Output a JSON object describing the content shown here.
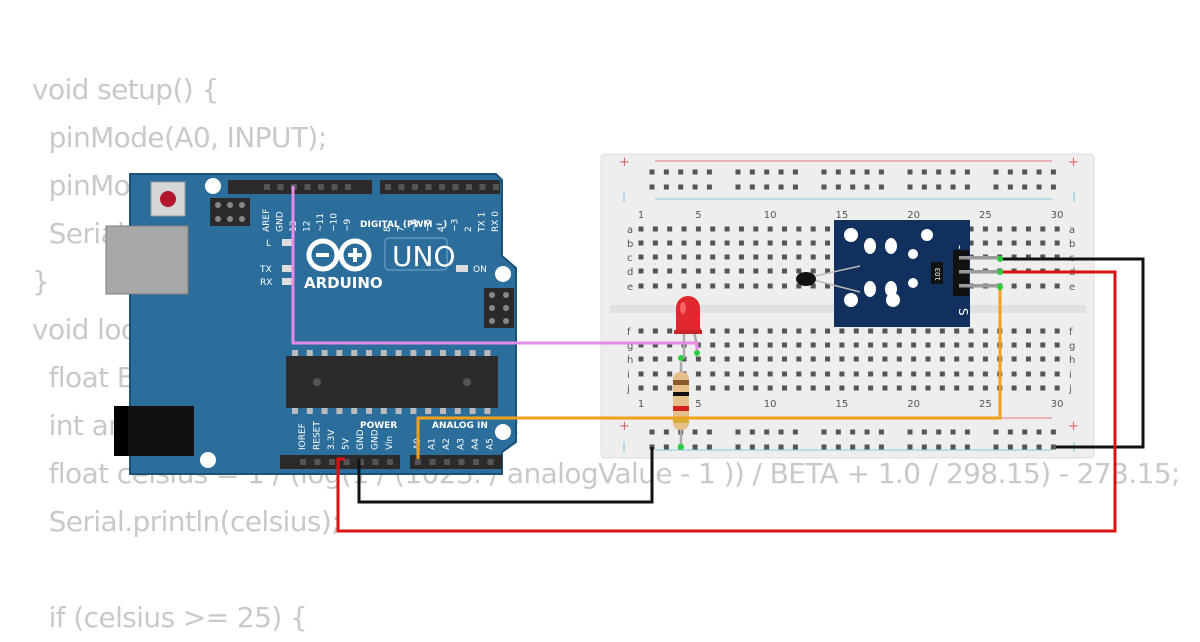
{
  "code": {
    "lines": [
      "void setup() {",
      "  pinMode(A0, INPUT);",
      "  pinMode(13, OUTPUT);",
      "  Serial.begin(9600); // bits/s",
      "}",
      "void loop() {",
      "  float BETA = 3950;",
      "  int analogValue = analogRead(A0);",
      "  float celsius = 1 / (log(1 / (1023. / analogValue - 1 )) / BETA + 1.0 / 298.15) - 273.15;",
      "  Serial.println(celsius);",
      "",
      "  if (celsius >= 25) {"
    ]
  },
  "arduino": {
    "model": "UNO",
    "brand": "ARDUINO",
    "digital_label": "DIGITAL (PWM ~)",
    "on_label": "ON",
    "l_label": "L",
    "tx_label": "TX",
    "rx_label": "RX",
    "power_label": "POWER",
    "analog_label": "ANALOG IN",
    "top_pins": [
      "AREF",
      "GND",
      "13",
      "12",
      "~11",
      "~10",
      "~9",
      "8",
      "7",
      "~6",
      "~5",
      "4",
      "~3",
      "2",
      "TX 1",
      "RX 0"
    ],
    "power_pins": [
      "IOREF",
      "RESET",
      "3.3V",
      "5V",
      "GND",
      "GND",
      "Vin"
    ],
    "analog_pins": [
      "A0",
      "A1",
      "A2",
      "A3",
      "A4",
      "A5"
    ],
    "colors": {
      "board": "#2c6e9b",
      "outline": "#1d5277"
    }
  },
  "breadboard": {
    "column_numbers": [
      "1",
      "5",
      "10",
      "15",
      "20",
      "25",
      "30"
    ],
    "rows_top": [
      "a",
      "b",
      "c",
      "d",
      "e"
    ],
    "rows_bottom": [
      "f",
      "g",
      "h",
      "i",
      "j"
    ],
    "rail_plus": "+",
    "colors": {
      "body": "#eeeeee",
      "hole": "#555555"
    }
  },
  "sensor_module": {
    "label": "S",
    "minus_label": "-",
    "resistor_code": "103"
  },
  "wires": {
    "colors": {
      "pin13": "#e58be8",
      "gnd": "#111111",
      "vcc": "#dd1111",
      "signal": "#f0a11c"
    }
  },
  "led": {
    "color": "#e0282e"
  }
}
